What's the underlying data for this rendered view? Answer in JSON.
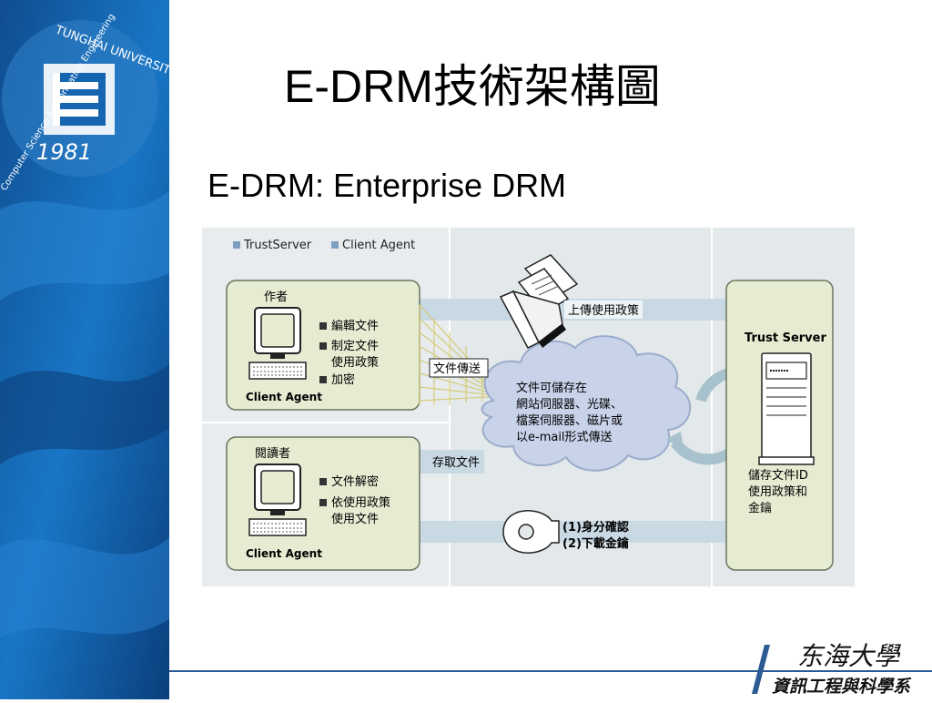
{
  "slide": {
    "title": "E-DRM技術架構圖",
    "subtitle": "E-DRM: Enterprise DRM"
  },
  "sidebar": {
    "university_text": "TUNGHAI UNIVERSITY",
    "department_text": "Computer Science & Information Engineering",
    "year": "1981"
  },
  "diagram": {
    "legend": [
      "TrustServer",
      "Client Agent"
    ],
    "author": {
      "title": "作者",
      "items": [
        "編輯文件",
        "制定文件",
        "使用政策",
        "加密"
      ],
      "caption": "Client Agent"
    },
    "reader": {
      "title": "閱讀者",
      "items": [
        "文件解密",
        "依使用政策",
        "使用文件"
      ],
      "caption": "Client Agent"
    },
    "arrows": {
      "upload_policy": "上傳使用政策",
      "send_document": "文件傳送",
      "retrieve_document": "存取文件"
    },
    "cloud_lines": [
      "文件可儲存在",
      "網站伺服器、光碟、",
      "檔案伺服器、磁片或",
      "以e-mail形式傳送"
    ],
    "key_lines": [
      "(1)身分確認",
      "(2)下載金鑰"
    ],
    "trust_server": {
      "title": "Trust Server",
      "lines": [
        "儲存文件ID",
        "使用政策和",
        "金鑰"
      ]
    }
  },
  "footer": {
    "logo_line1": "东海大學",
    "logo_line2": "資訊工程與科學系"
  },
  "colors": {
    "sidebar_blue": "#1565b0",
    "panel_green": "#e6ecd2",
    "arrow_blue": "#c9d9e4",
    "cloud_fill": "#c8d3ea"
  }
}
